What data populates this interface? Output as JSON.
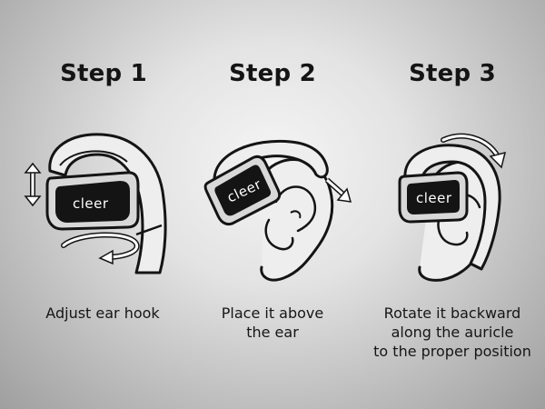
{
  "steps": [
    {
      "title": "Step 1",
      "caption_lines": [
        "Adjust ear hook"
      ]
    },
    {
      "title": "Step 2",
      "caption_lines": [
        "Place it above",
        "the ear"
      ]
    },
    {
      "title": "Step 3",
      "caption_lines": [
        "Rotate it backward",
        "along the auricle",
        "to the proper position"
      ]
    }
  ],
  "brand": "cleer",
  "colors": {
    "ink": "#141414",
    "background_center": "#f5f5f5",
    "background_edge": "#9f9f9f",
    "arrow": "#ffffff"
  }
}
